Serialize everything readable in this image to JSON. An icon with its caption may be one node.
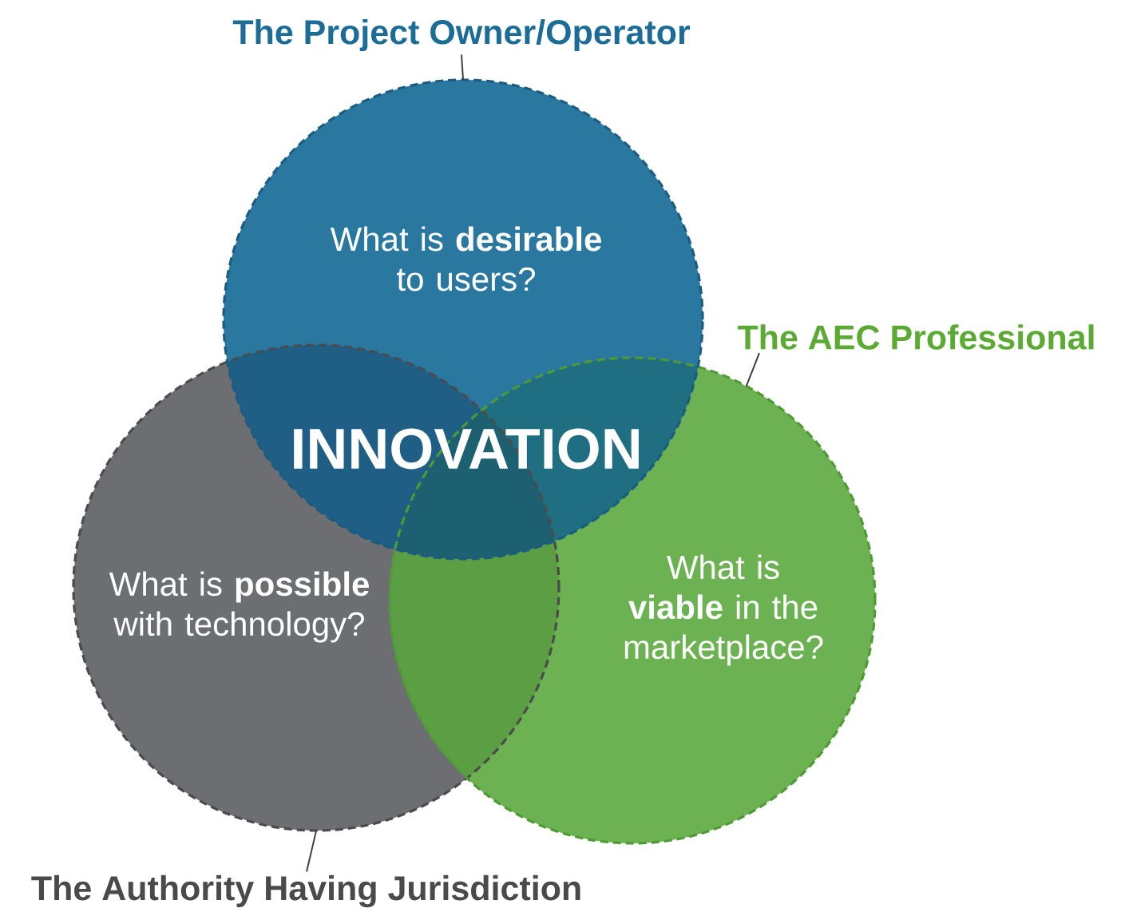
{
  "diagram": {
    "nodes": [
      {
        "text": [
          "The Project Owner/Operator"
        ]
      },
      {
        "text": [
          "What is **desirable** to users?"
        ]
      },
      {
        "text": [
          "The AEC Professional"
        ]
      },
      {
        "text": [
          "What is **viable** in the marketplace?"
        ]
      },
      {
        "text": [
          "What is **possible** with technology?"
        ]
      },
      {
        "text": [
          "The Authority Having Jurisdiction"
        ]
      }
    ],
    "edges": [
      {
        "from": 0,
        "to": 1,
        "arrow": "none"
      },
      {
        "from": 2,
        "to": 3,
        "arrow": "none"
      },
      {
        "from": 5,
        "to": 4,
        "arrow": "none"
      }
    ],
    "labels": [
      "INNOVATION"
    ]
  }
}
